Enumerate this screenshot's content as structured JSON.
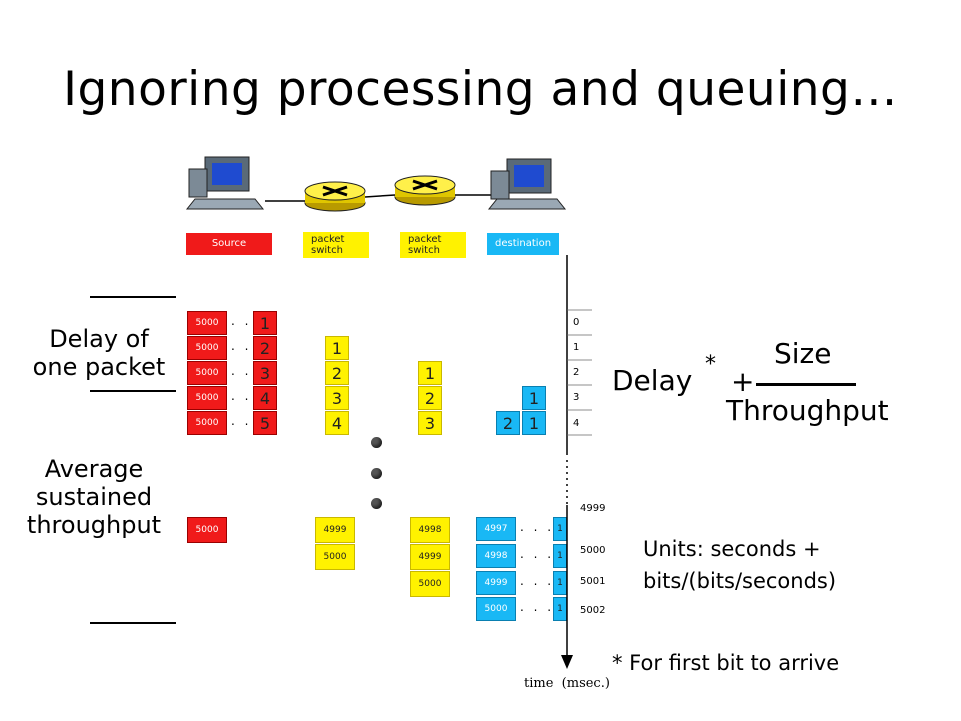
{
  "title": "Ignoring processing and queuing…",
  "left_labels": {
    "delay": "Delay of\none packet",
    "throughput": "Average\nsustained\nthroughput"
  },
  "formula": {
    "delay": "Delay",
    "star": "*",
    "plus": "+",
    "numerator": "Size",
    "denominator": "Throughput"
  },
  "units": "Units: seconds +\nbits/(bits/seconds)",
  "footnote": "* For first bit to arrive",
  "diagram": {
    "labels": [
      "Source",
      "packet\nswitch",
      "packet\nswitch",
      "destination"
    ],
    "source_top": [
      "5000",
      "5000",
      "5000",
      "5000",
      "5000"
    ],
    "source_seq": [
      "1",
      "2",
      "3",
      "4",
      "5"
    ],
    "source_bottom": "5000",
    "switch1_top": [
      "1",
      "2",
      "3",
      "4"
    ],
    "switch1_bottom": [
      "4999",
      "5000"
    ],
    "switch2_top": [
      "1",
      "2",
      "3"
    ],
    "switch2_bottom": [
      "4998",
      "4999",
      "5000"
    ],
    "dest_top": [
      "1",
      "1"
    ],
    "dest_top_left": "2",
    "dest_bottom": [
      "4997",
      "4998",
      "4999",
      "5000"
    ],
    "dest_bottom_seq": [
      "1",
      "1",
      "1",
      "1"
    ],
    "ellipsis": ". . .",
    "time_ticks_top": [
      "0",
      "1",
      "2",
      "3",
      "4"
    ],
    "time_ticks_bottom": [
      "4999",
      "5000",
      "5001",
      "5002"
    ],
    "time_label": "time  (msec.)"
  },
  "colors": {
    "source": "#f01a1a",
    "switch": "#fff200",
    "destination": "#19b8f5"
  },
  "icons": [
    "computer-icon",
    "router-icon",
    "router-icon",
    "computer-icon"
  ]
}
